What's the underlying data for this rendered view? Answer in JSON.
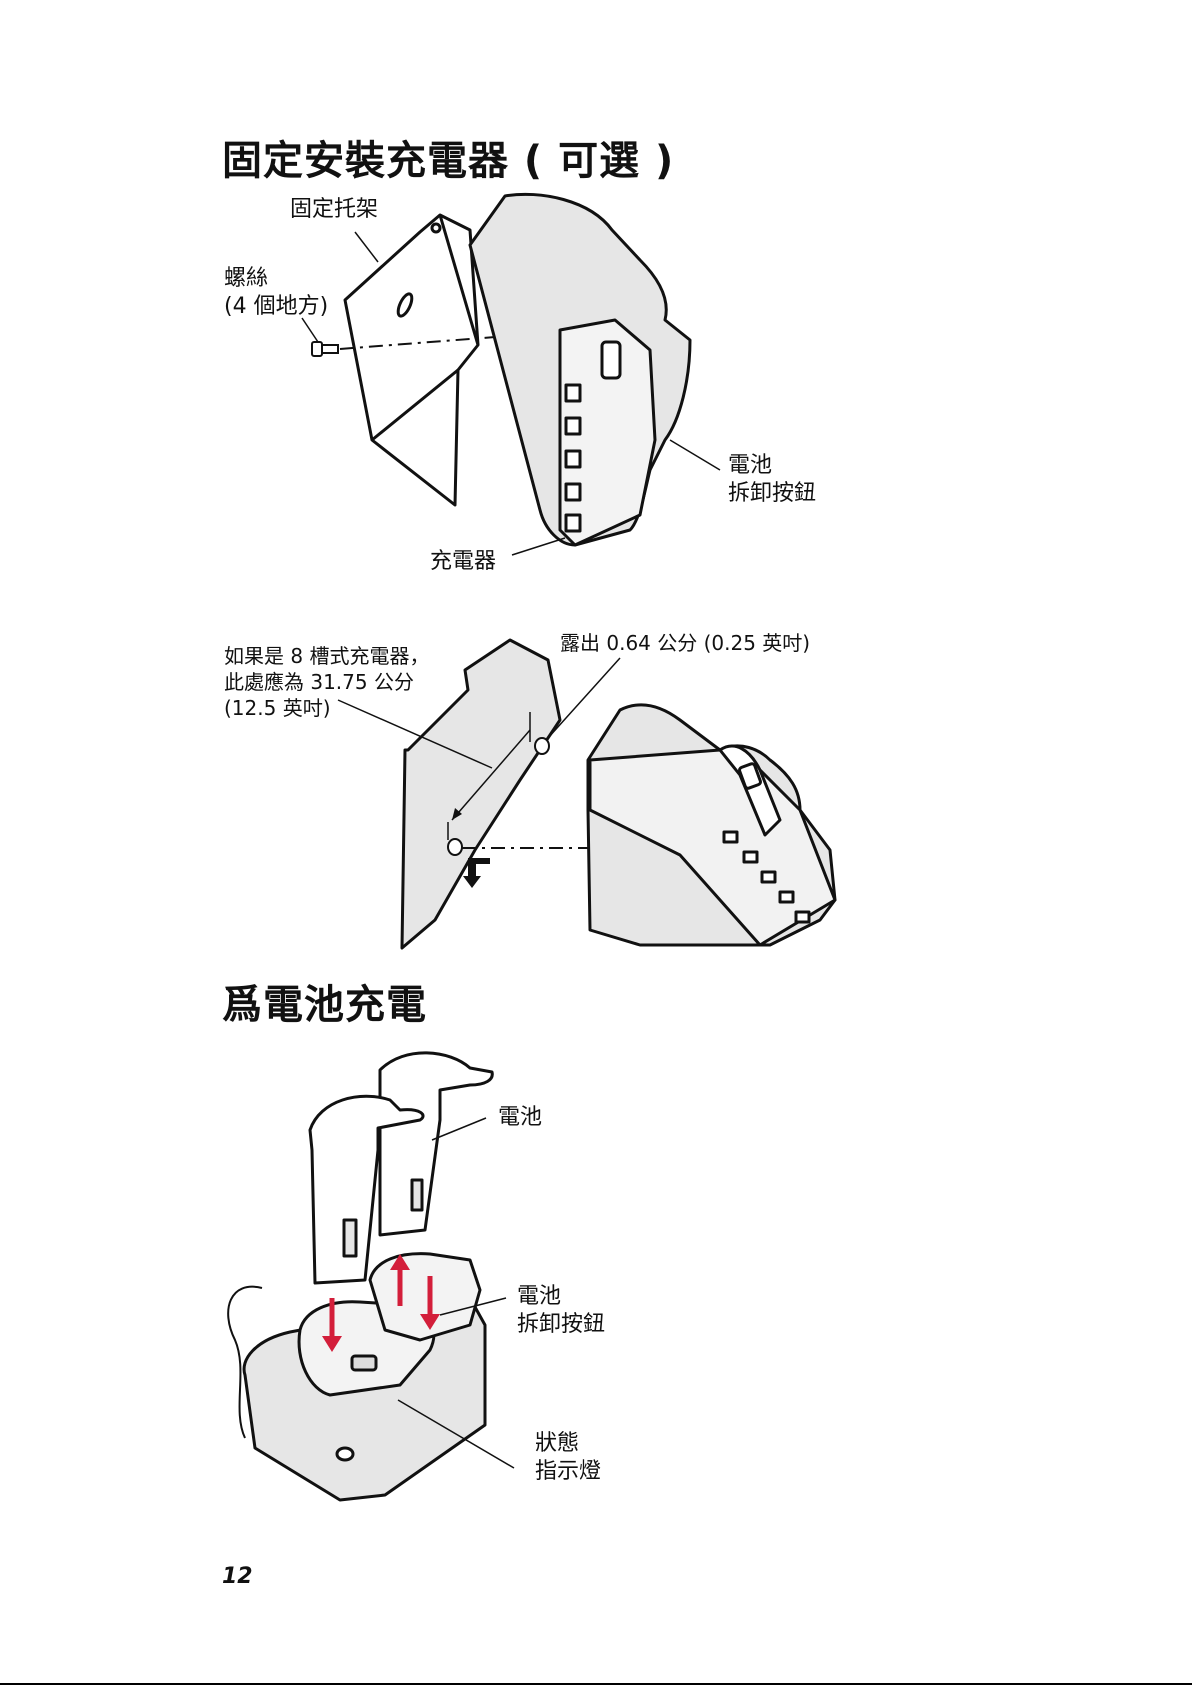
{
  "headings": {
    "mount": "固定安裝充電器 ( 可選 )",
    "charge": "爲電池充電"
  },
  "figure1": {
    "bracket": "固定托架",
    "screws": "螺絲\n(4 個地方)",
    "release": "電池\n拆卸按鈕",
    "charger": "充電器"
  },
  "figure2": {
    "spacing": "如果是 8 槽式充電器，\n此處應為 31.75 公分\n(12.5 英吋)",
    "expose": "露出 0.64 公分 (0.25 英吋)"
  },
  "figure3": {
    "battery": "電池",
    "release": "電池\n拆卸按鈕",
    "status": "狀態\n指示燈"
  },
  "page_number": "12",
  "colors": {
    "arrow": "#d31e3a",
    "fill": "#e6e6e6",
    "line": "#111111"
  }
}
